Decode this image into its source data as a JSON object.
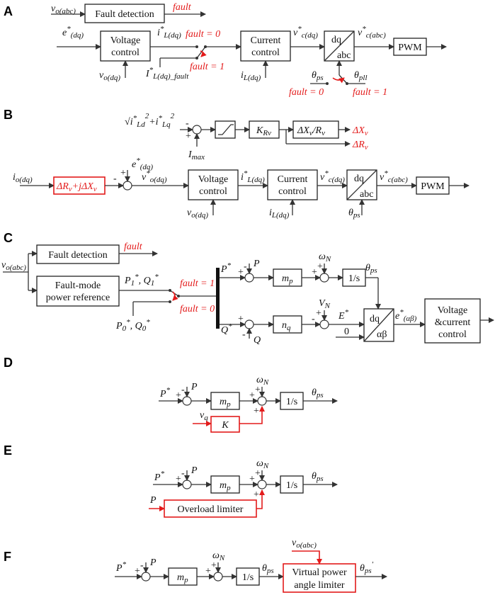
{
  "panels": {
    "a": "A",
    "b": "B",
    "c": "C",
    "d": "D",
    "e": "E",
    "f": "F"
  },
  "blocks": {
    "fault_detection": "Fault detection",
    "voltage_control_1": "Voltage",
    "voltage_control_2": "control",
    "current_control_1": "Current",
    "current_control_2": "control",
    "dq": "dq",
    "abc": "abc",
    "alpha_beta": "αβ",
    "pwm": "PWM",
    "krv": "K",
    "krv_sub": "Rv",
    "dxv_rv": "ΔX",
    "dxv_rv_2": "/R",
    "fault_mode_1": "Fault-mode",
    "fault_mode_2": "power reference",
    "mp": "m",
    "mp_sub": "p",
    "nq": "n",
    "nq_sub": "q",
    "integrator": "1/s",
    "vc_1": "Voltage",
    "vc_2": "&current",
    "vc_3": "control",
    "k": "K",
    "overload_limiter": "Overload limiter",
    "vpal_1": "Virtual power",
    "vpal_2": "angle limiter",
    "virtual_impedance": "ΔR",
    "virtual_impedance_2": "+jΔX"
  },
  "labels": {
    "fault": "fault",
    "fault0": "fault = 0",
    "fault1": "fault = 1",
    "theta_ps": "θ",
    "theta_ps_sub": "ps",
    "theta_pll": "θ",
    "theta_pll_sub": "pll",
    "theta_ps_prime": "θ",
    "delta_xv": "ΔX",
    "delta_rv": "ΔR",
    "imax": "I",
    "imax_sub": "max",
    "p": "P",
    "q": "Q",
    "p_star": "P",
    "q_star": "Q",
    "omega_n": "ω",
    "omega_sub": "N",
    "v_n": "V",
    "e_star": "E",
    "zero": "0",
    "vq": "v",
    "vq_sub": "q",
    "p1q1": "P",
    "p0q0": "P",
    "e_dq": "e",
    "e_dq_sub": "(dq)",
    "e_ab_sub": "(αβ)",
    "vo_abc": "v",
    "vo_abc_sub": "o(abc)",
    "vo_dq_sub": "o(dq)",
    "vo_dq_ref_sub": "o(dq)",
    "il_dq_sub": "L(dq)",
    "il_fault_sub": "L(dq)_fault",
    "vc_dq_sub": "c(dq)",
    "vc_abc_sub": "c(abc)",
    "io_dq": "i",
    "io_dq_sub": "o(dq)",
    "i_letter": "i",
    "v_letter": "v",
    "i_cap": "I",
    "sqrt_ild": "i",
    "sqrt_ild_sub": "Ld",
    "sqrt_ilq_sub": "Lq",
    "sqrt_pow": "2",
    "star": "*",
    "plus": "+",
    "minus": "-",
    "comma": ","
  }
}
